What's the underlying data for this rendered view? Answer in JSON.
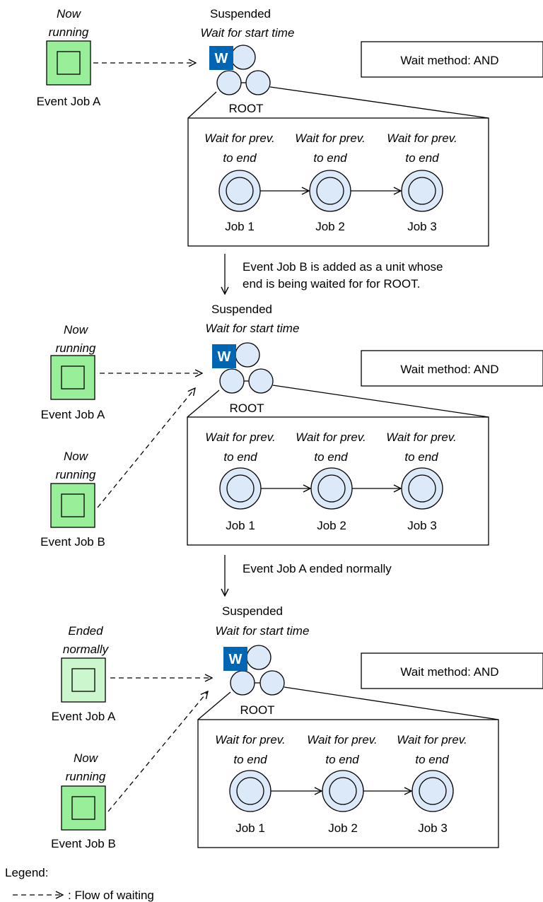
{
  "colors": {
    "job_running_fill": "#99ee99",
    "job_ended_fill": "#ccf7cc",
    "circle_fill": "#dbe9f9",
    "wait_badge": "#0066b3"
  },
  "panels": [
    {
      "root_status": "Suspended",
      "root_wait": "Wait for start time",
      "root_label": "ROOT",
      "wait_badge": "W",
      "wait_method": "Wait method: AND",
      "event_jobs": [
        {
          "status_line1": "Now",
          "status_line2": "running",
          "name": "Event Job A",
          "state": "running"
        }
      ],
      "jobs": [
        {
          "wait_line1": "Wait for prev.",
          "wait_line2": "to end",
          "name": "Job 1"
        },
        {
          "wait_line1": "Wait for prev.",
          "wait_line2": "to end",
          "name": "Job 2"
        },
        {
          "wait_line1": "Wait for prev.",
          "wait_line2": "to end",
          "name": "Job 3"
        }
      ]
    },
    {
      "root_status": "Suspended",
      "root_wait": "Wait for start time",
      "root_label": "ROOT",
      "wait_badge": "W",
      "wait_method": "Wait method: AND",
      "event_jobs": [
        {
          "status_line1": "Now",
          "status_line2": "running",
          "name": "Event Job A",
          "state": "running"
        },
        {
          "status_line1": "Now",
          "status_line2": "running",
          "name": "Event Job B",
          "state": "running"
        }
      ],
      "jobs": [
        {
          "wait_line1": "Wait for prev.",
          "wait_line2": "to end",
          "name": "Job 1"
        },
        {
          "wait_line1": "Wait for prev.",
          "wait_line2": "to end",
          "name": "Job 2"
        },
        {
          "wait_line1": "Wait for prev.",
          "wait_line2": "to end",
          "name": "Job 3"
        }
      ]
    },
    {
      "root_status": "Suspended",
      "root_wait": "Wait for start time",
      "root_label": "ROOT",
      "wait_badge": "W",
      "wait_method": "Wait method: AND",
      "event_jobs": [
        {
          "status_line1": "Ended",
          "status_line2": "normally",
          "name": "Event Job A",
          "state": "ended"
        },
        {
          "status_line1": "Now",
          "status_line2": "running",
          "name": "Event Job B",
          "state": "running"
        }
      ],
      "jobs": [
        {
          "wait_line1": "Wait for prev.",
          "wait_line2": "to end",
          "name": "Job 1"
        },
        {
          "wait_line1": "Wait for prev.",
          "wait_line2": "to end",
          "name": "Job 2"
        },
        {
          "wait_line1": "Wait for prev.",
          "wait_line2": "to end",
          "name": "Job 3"
        }
      ]
    }
  ],
  "transitions": [
    {
      "line1": "Event Job B is added as a unit whose",
      "line2": "end is being waited for for ROOT."
    },
    {
      "line1": "Event Job A ended normally",
      "line2": ""
    }
  ],
  "legend": {
    "title": "Legend:",
    "flow_label": ": Flow of waiting"
  }
}
